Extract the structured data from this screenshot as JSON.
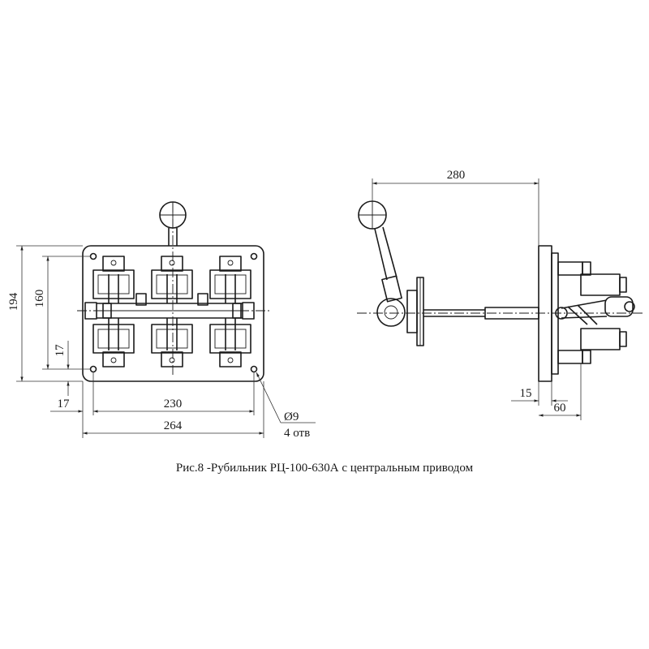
{
  "figure": {
    "caption": "Рис.8 -Рубильник РЦ-100-630А с центральным приводом"
  },
  "front_view": {
    "dim_width_total": "264",
    "dim_hole_spacing_x": "230",
    "dim_hole_offset_x": "17",
    "dim_height_total": "194",
    "dim_hole_spacing_y": "160",
    "dim_hole_offset_y": "17",
    "hole_diameter": "Ø9",
    "hole_count": "4 отв"
  },
  "side_view": {
    "dim_handle_reach": "280",
    "dim_base_thickness": "15",
    "dim_depth": "60"
  }
}
